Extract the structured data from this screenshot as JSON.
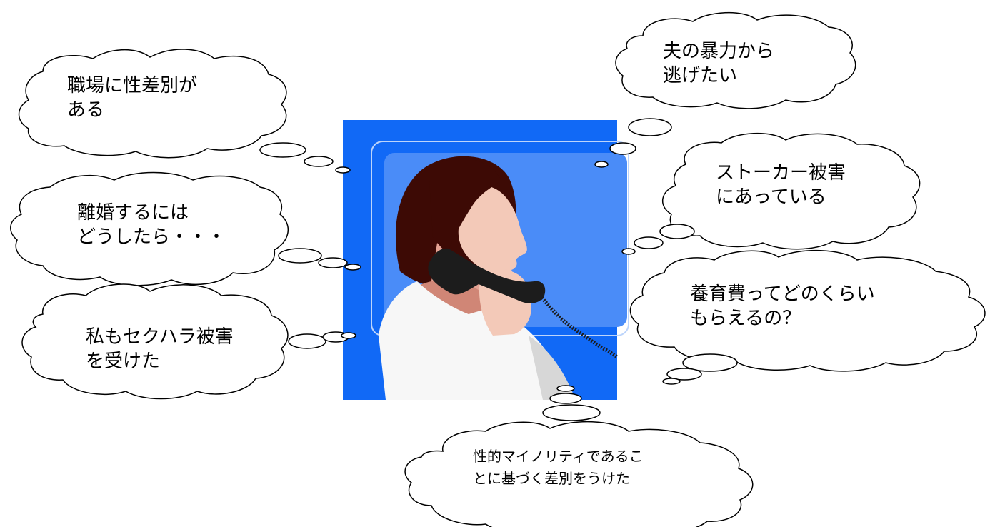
{
  "colors": {
    "panel_blue": "#1169f6",
    "screen_light": "#4a8cf8",
    "hair": "#3d0a05",
    "skin": "#f3c9b8",
    "skin_shadow": "#e4a394",
    "collar": "#d08676",
    "blouse": "#f7f7f7",
    "blouse_shadow": "#d7d7d7",
    "phone": "#1c1c1c",
    "cloud_stroke": "#000000",
    "cloud_fill": "#ffffff"
  },
  "icons": {
    "illustration": "woman-on-phone-icon"
  },
  "bubbles": {
    "workplace": {
      "line1": "職場に性差別が",
      "line2": "ある"
    },
    "divorce": {
      "line1": "離婚するには",
      "line2": "どうしたら・・・"
    },
    "harassment": {
      "line1": "私もセクハラ被害",
      "line2": "を受けた"
    },
    "violence": {
      "line1": "夫の暴力から",
      "line2": "逃げたい"
    },
    "stalker": {
      "line1": "ストーカー被害",
      "line2": "にあっている"
    },
    "support": {
      "line1": "養育費ってどのくらい",
      "line2": "もらえるの？"
    },
    "minority": {
      "line1": "性的マイノリティであるこ",
      "line2": "とに基づく差別をうけた"
    }
  }
}
